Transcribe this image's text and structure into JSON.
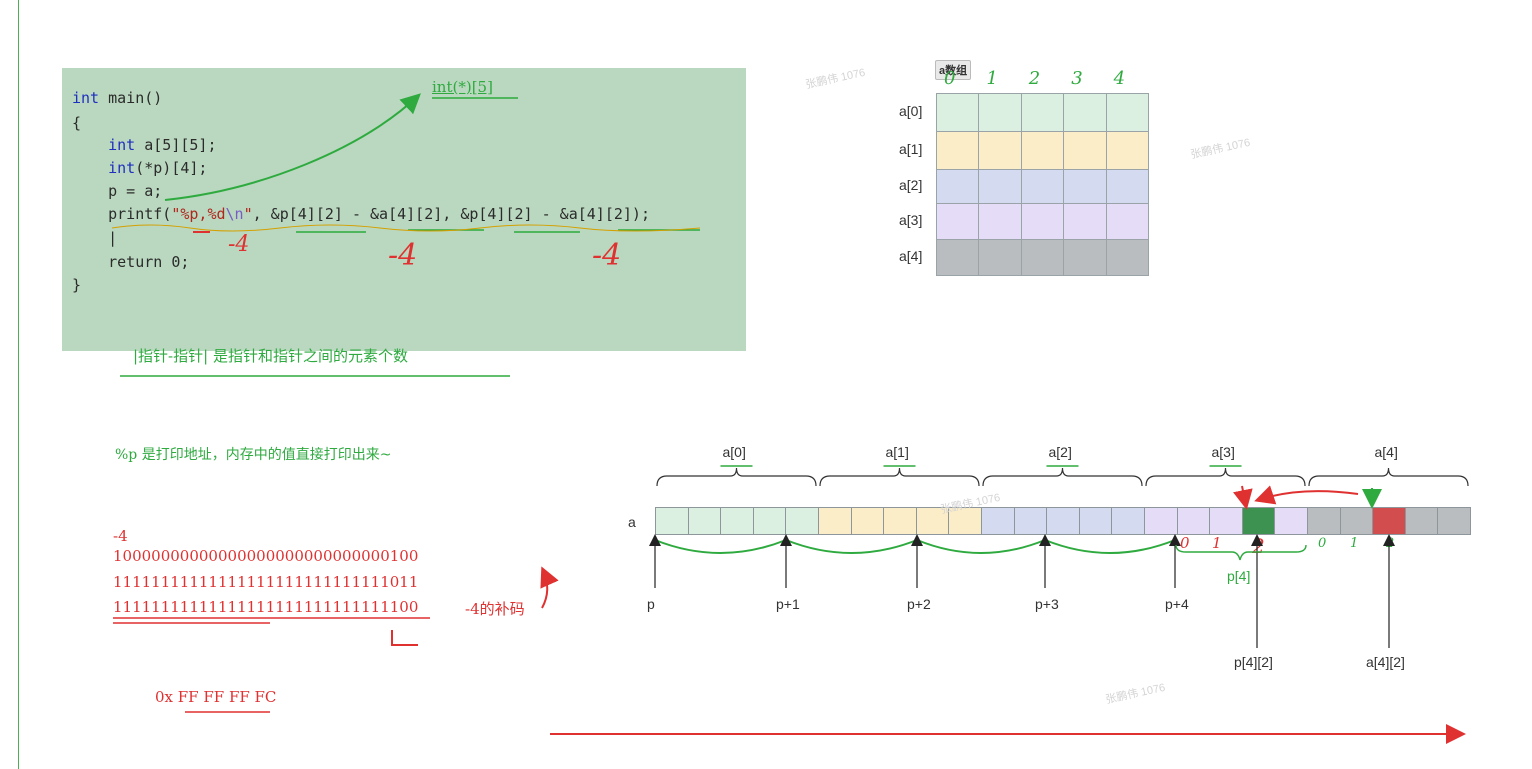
{
  "code": {
    "lines": [
      [
        {
          "t": "int",
          "c": "kw"
        },
        {
          "t": " main()"
        }
      ],
      [
        {
          "t": "{"
        }
      ],
      [
        {
          "t": "    "
        },
        {
          "t": "int",
          "c": "kw"
        },
        {
          "t": " a[5][5];"
        }
      ],
      [
        {
          "t": "    "
        },
        {
          "t": "int",
          "c": "kw"
        },
        {
          "t": "(*p)[4];"
        }
      ],
      [
        {
          "t": "    p = a;"
        }
      ],
      [
        {
          "t": "    printf("
        },
        {
          "t": "\"%p,%d",
          "c": "str"
        },
        {
          "t": "\\n",
          "c": "esc"
        },
        {
          "t": "\"",
          "c": "str"
        },
        {
          "t": ", &p[4][2] - &a[4][2], &p[4][2] - &a[4][2]);"
        }
      ],
      [
        {
          "t": "    |"
        }
      ],
      [
        {
          "t": "    return 0;"
        }
      ],
      [
        {
          "t": "}"
        }
      ]
    ]
  },
  "annotations": {
    "type_note": "int(*)[5]",
    "minus4": "-4",
    "pointer_diff_note": "|指针-指针| 是指针和指针之间的元素个数",
    "percent_p_note": "%p 是打印地址，内存中的值直接打印出来~",
    "binary": {
      "neg": "-4",
      "original": "10000000000000000000000000000100",
      "ones_complement": "11111111111111111111111111111011",
      "twos_complement": "11111111111111111111111111111100",
      "complement_label": "-4的补码"
    },
    "hex": "0x FF FF FF FC"
  },
  "grid": {
    "badge": "a数组",
    "col_marks": [
      "0",
      "1",
      "2",
      "3",
      "4"
    ],
    "rows": [
      {
        "label": "a[0]",
        "color": "#dcf0e2"
      },
      {
        "label": "a[1]",
        "color": "#fbedc8"
      },
      {
        "label": "a[2]",
        "color": "#d4dbf0"
      },
      {
        "label": "a[3]",
        "color": "#e5ddf7"
      },
      {
        "label": "a[4]",
        "color": "#babdc0"
      }
    ]
  },
  "memory": {
    "array_label": "a",
    "group_labels": [
      "a[0]",
      "a[1]",
      "a[2]",
      "a[3]",
      "a[4]"
    ],
    "group_colors": [
      "#dcf0e2",
      "#fbedc8",
      "#d4dbf0",
      "#e5ddf7",
      "#babdc0"
    ],
    "highlight_p42_color": "#3d9151",
    "highlight_a42_color": "#d24e4e",
    "pointer_labels": [
      "p",
      "p+1",
      "p+2",
      "p+3",
      "p+4"
    ],
    "p4_label": "p[4]",
    "p42_label": "p[4][2]",
    "a42_label": "a[4][2]",
    "index_marks_red": [
      "0",
      "1",
      "2"
    ],
    "index_marks_green": [
      "0",
      "1",
      "2"
    ]
  },
  "watermark": "张鹏伟 1076"
}
